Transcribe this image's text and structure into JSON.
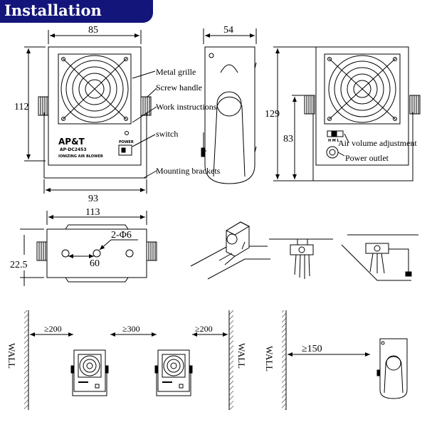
{
  "header": {
    "title": "Installation",
    "color": "#13157a"
  },
  "front_view": {
    "width_top": "85",
    "width_bottom": "93",
    "height": "112",
    "brand": "AP&T",
    "model": "AP-DC2453",
    "product": "IONIZING AIR BLOWER",
    "power_label": "POWER",
    "callouts": [
      "Metal grille",
      "Screw handle",
      "Work instructions",
      "switch",
      "Mounting brackets"
    ]
  },
  "side_view": {
    "depth": "54"
  },
  "back_view": {
    "height_total": "129",
    "height_mount": "83",
    "switch_marks": "H M L",
    "callouts": [
      "Air volume adjustment",
      "Power outlet"
    ]
  },
  "bottom_view": {
    "width": "113",
    "hole_spec": "2-Φ6",
    "hole_spacing": "60",
    "height": "22.5"
  },
  "spacing": {
    "wall_label": "WALL",
    "left_gap": "≥200",
    "middle_gap": "≥300",
    "right_gap": "≥200",
    "rear_gap": "≥150"
  }
}
